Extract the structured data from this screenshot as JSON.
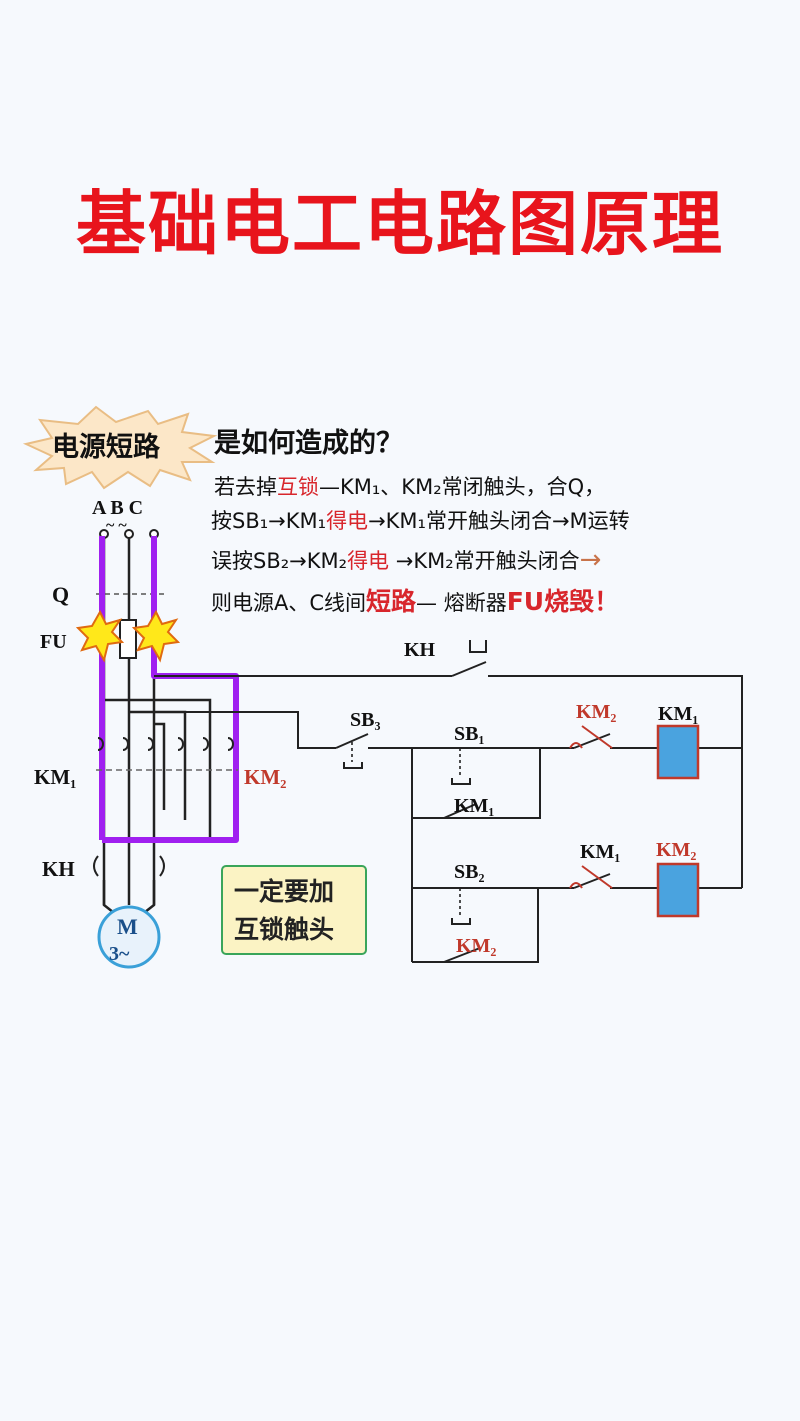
{
  "title": "基础电工电路图原理",
  "question": {
    "starburst_text": "电源短路",
    "rest": "是如何造成的？"
  },
  "explanation": {
    "line1": {
      "a": "若去掉",
      "b": "互锁",
      "c": "—KM₁、KM₂常闭触头，合Q，"
    },
    "line2": {
      "a": "按SB₁→KM₁",
      "b": "得电",
      "c": "→KM₁常开触头闭合→M运转"
    },
    "line3": {
      "a": "误按SB₂→KM₂",
      "b": "得电",
      "c": " →KM₂常开触头闭合",
      "arrow": "→"
    },
    "line4": {
      "a": "则电源A、C线间",
      "b": "短路",
      "c": "— 熔断器",
      "d": "FU烧毁！"
    }
  },
  "labels": {
    "phases": "A B C",
    "tilde": "~ ~",
    "q": "Q",
    "fu": "FU",
    "km1_left": "KM₁",
    "km2_left": "KM₂",
    "kh_left": "KH",
    "motor_m": "M",
    "motor_3": "3~",
    "kh_top": "KH",
    "sb3": "SB₃",
    "sb1": "SB₁",
    "km1_aux": "KM₁",
    "sb2": "SB₂",
    "km2_aux": "KM₂",
    "km2_interlock": "KM₂",
    "km1_coil": "KM₁",
    "km1_interlock": "KM₁",
    "km2_coil": "KM₂"
  },
  "note": {
    "line1": "一定要加",
    "line2": "互锁触头"
  },
  "colors": {
    "title_red": "#e8141c",
    "purple": "#a020f0",
    "coil_blue": "#4aa3df",
    "note_bg": "#fbf3c4",
    "note_border": "#3aa55a",
    "star_yellow": "#ffe81a"
  }
}
